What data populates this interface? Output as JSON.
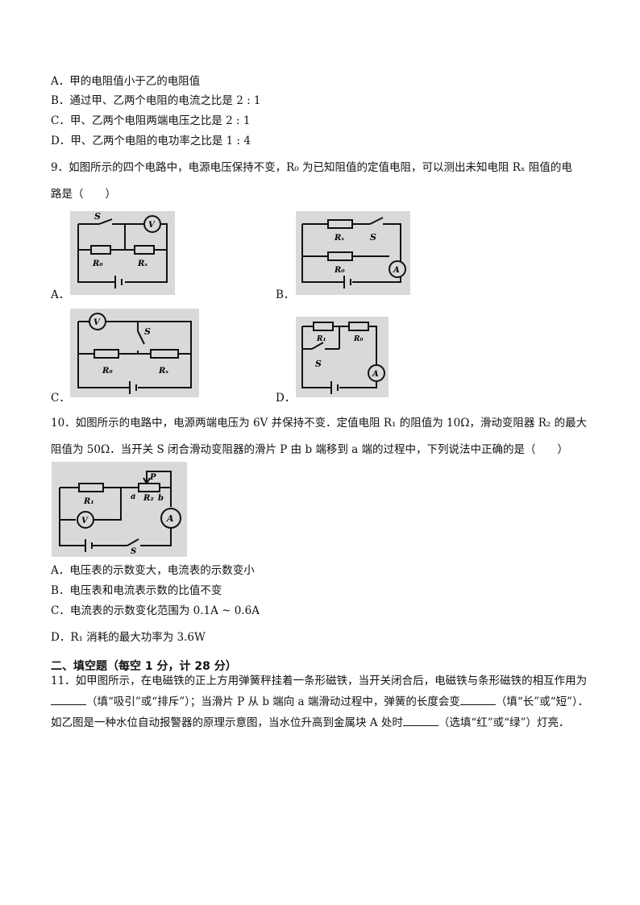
{
  "q8_options": [
    {
      "label": "A．",
      "text": "甲的电阻值小于乙的电阻值"
    },
    {
      "label": "B．",
      "text": "通过甲、乙两个电阻的电流之比是 2 : 1"
    },
    {
      "label": "C．",
      "text": "甲、乙两个电阻两端电压之比是 2 : 1"
    },
    {
      "label": "D．",
      "text": "甲、乙两个电阻的电功率之比是 1 : 4"
    }
  ],
  "q9": {
    "line1": "9．如图所示的四个电路中，电源电压保持不变，R₀ 为已知阻值的定值电阻，可以测出未知电阻 Rₓ 阻值的电",
    "line2": "路是（　　）",
    "option_labels": [
      "A．",
      "B．",
      "C．",
      "D．"
    ],
    "circuit_a": {
      "s": "S",
      "v": "V",
      "r0": "R₀",
      "rx": "Rₓ"
    },
    "circuit_b": {
      "rx": "Rₓ",
      "s": "S",
      "r0": "R₀",
      "a": "A"
    },
    "circuit_c": {
      "v": "V",
      "s": "S",
      "r0": "R₀",
      "rx": "Rₓ"
    },
    "circuit_d": {
      "r1": "R₁",
      "r0": "R₀",
      "s": "S",
      "a": "A"
    }
  },
  "q10": {
    "line1": "10．如图所示的电路中，电源两端电压为 6V 并保持不变．定值电阻 R₁ 的阻值为 10Ω，滑动变阻器 R₂ 的最大",
    "line2": "阻值为 50Ω．当开关 S 闭合滑动变阻器的滑片 P 由 b 端移到 a 端的过程中，下列说法中正确的是（　　）",
    "circuit": {
      "r1": "R₁",
      "p": "P",
      "a_end": "a",
      "r2": "R₂",
      "b_end": "b",
      "v": "V",
      "a": "A",
      "s": "S"
    },
    "options": [
      {
        "label": "A．",
        "text": "电压表的示数变大，电流表的示数变小"
      },
      {
        "label": "B．",
        "text": "电压表和电流表示数的比值不变"
      },
      {
        "label": "C．",
        "text": "电流表的示数变化范围为 0.1A ~ 0.6A"
      },
      {
        "label": "D．",
        "text": "R₁ 消耗的最大功率为 3.6W"
      }
    ]
  },
  "section2": {
    "title": "二、填空题（每空 1 分，计 28 分）"
  },
  "q11": {
    "part1": "11．如甲图所示，在电磁铁的正上方用弹簧秤挂着一条形磁铁，当开关闭合后，电磁铁与条形磁铁的相互作用为",
    "part2": "（填“吸引”或“排斥”）；当滑片 P 从 b 端向 a 端滑动过程中，弹簧的长度会变",
    "part3": "（填“长”或“短”）．如乙图是一种水位自动报警器的原理示意图，当水位升高到金属块 A 处时",
    "part4": "（选填“红”或“绿”）灯亮．"
  }
}
